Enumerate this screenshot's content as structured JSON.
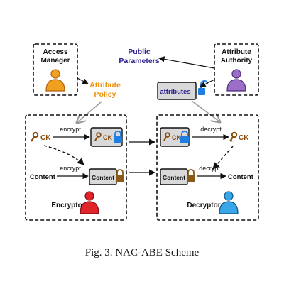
{
  "caption": "Fig. 3.  NAC-ABE Scheme",
  "access_manager": {
    "line1": "Access",
    "line2": "Manager"
  },
  "attribute_authority": {
    "line1": "Attribute",
    "line2": "Authority"
  },
  "public_parameters": {
    "line1": "Public",
    "line2": "Parameters"
  },
  "attribute_policy": {
    "line1": "Attribute",
    "line2": "Policy"
  },
  "attributes_box": {
    "label": "attributes"
  },
  "encryptor": {
    "label": "Encryptor",
    "ck_label": "CK",
    "encrypt_top": "encrypt",
    "encrypt_bottom": "encrypt",
    "content_label": "Content",
    "box_ck": "CK",
    "box_content": "Content"
  },
  "decryptor": {
    "label": "Decryptor",
    "ck_label": "CK",
    "decrypt_top": "decrypt",
    "decrypt_bottom": "decrypt",
    "content_label": "Content",
    "box_ck": "CK",
    "box_content": "Content"
  },
  "colors": {
    "orange": "#f0a020",
    "orange_dark": "#b06010",
    "purple": "#9b6fc8",
    "purple_dark": "#4a2b7a",
    "red": "#e0242a",
    "red_dark": "#7a0b10",
    "blue": "#3aa6ea",
    "blue_dark": "#0d4f82",
    "lock_blue": "#1f7fe0",
    "lock_brown": "#8a5a1a",
    "key_brown": "#8a4a0a",
    "navy": "#2b2090",
    "policy_orange": "#f0900a",
    "box_fill": "#d9d9d9"
  }
}
